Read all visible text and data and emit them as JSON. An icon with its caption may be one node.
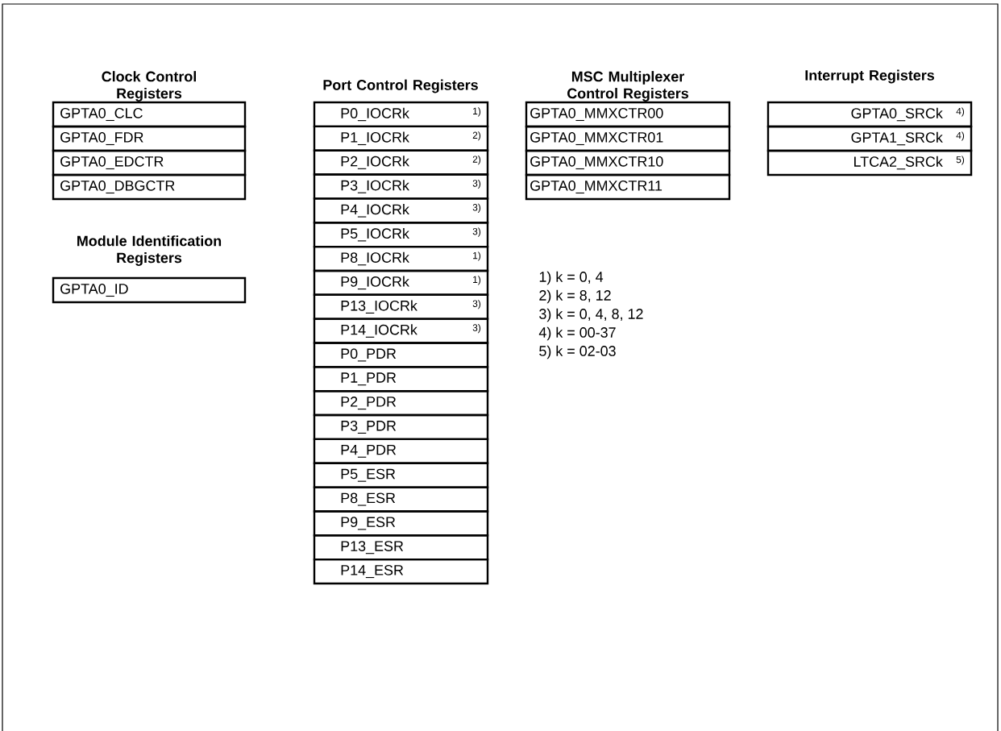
{
  "diagram": {
    "nodes": [
      {
        "text": [
          "GPTA0_CLC"
        ]
      },
      {
        "text": [
          "GPTA0_FDR"
        ]
      },
      {
        "text": [
          "GPTA0_EDCTR"
        ]
      },
      {
        "text": [
          "GPTA0_DBGCTR"
        ]
      },
      {
        "text": [
          "GPTA0_ID"
        ]
      },
      {
        "text": [
          "P0_IOCRk",
          "1)"
        ]
      },
      {
        "text": [
          "P1_IOCRk",
          "2)"
        ]
      },
      {
        "text": [
          "P2_IOCRk",
          "2)"
        ]
      },
      {
        "text": [
          "P3_IOCRk",
          "3)"
        ]
      },
      {
        "text": [
          "P4_IOCRk",
          "3)"
        ]
      },
      {
        "text": [
          "P5_IOCRk",
          "3)"
        ]
      },
      {
        "text": [
          "P8_IOCRk",
          "1)"
        ]
      },
      {
        "text": [
          "P9_IOCRk",
          "1)"
        ]
      },
      {
        "text": [
          "P13_IOCRk",
          "3)"
        ]
      },
      {
        "text": [
          "P14_IOCRk",
          "3)"
        ]
      },
      {
        "text": [
          "P0_PDR"
        ]
      },
      {
        "text": [
          "P1_PDR"
        ]
      },
      {
        "text": [
          "P2_PDR"
        ]
      },
      {
        "text": [
          "P3_PDR"
        ]
      },
      {
        "text": [
          "P4_PDR"
        ]
      },
      {
        "text": [
          "P5_ESR"
        ]
      },
      {
        "text": [
          "P8_ESR"
        ]
      },
      {
        "text": [
          "P9_ESR"
        ]
      },
      {
        "text": [
          "P13_ESR"
        ]
      },
      {
        "text": [
          "P14_ESR"
        ]
      },
      {
        "text": [
          "GPTA0_MMXCTR00"
        ]
      },
      {
        "text": [
          "GPTA0_MMXCTR01"
        ]
      },
      {
        "text": [
          "GPTA0_MMXCTR10"
        ]
      },
      {
        "text": [
          "GPTA0_MMXCTR11"
        ]
      },
      {
        "text": [
          "GPTA0_SRCk",
          "4)"
        ]
      },
      {
        "text": [
          "GPTA1_SRCk",
          "4)"
        ]
      },
      {
        "text": [
          "LTCA2_SRCk",
          "5)"
        ]
      }
    ],
    "labels": [
      "Clock Control Registers",
      "Port Control Registers",
      "MSC Multiplexer Control Registers",
      "Interrupt Registers",
      "Module Identification Registers",
      "1) k = 0, 4",
      "2) k = 8, 12",
      "3) k = 0, 4, 8, 12",
      "4) k = 00-37",
      "5) k = 02-03"
    ]
  }
}
